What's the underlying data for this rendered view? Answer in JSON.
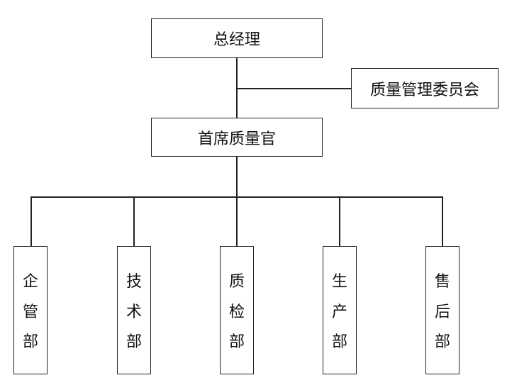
{
  "org_chart": {
    "ceo": "总经理",
    "committee": "质量管理委员会",
    "quality_officer": "首席质量官",
    "departments": [
      {
        "name": "企管部",
        "chars": [
          "企",
          "管",
          "部"
        ]
      },
      {
        "name": "技术部",
        "chars": [
          "技",
          "术",
          "部"
        ]
      },
      {
        "name": "质检部",
        "chars": [
          "质",
          "检",
          "部"
        ]
      },
      {
        "name": "生产部",
        "chars": [
          "生",
          "产",
          "部"
        ]
      },
      {
        "name": "售后部",
        "chars": [
          "售",
          "后",
          "部"
        ]
      }
    ]
  }
}
